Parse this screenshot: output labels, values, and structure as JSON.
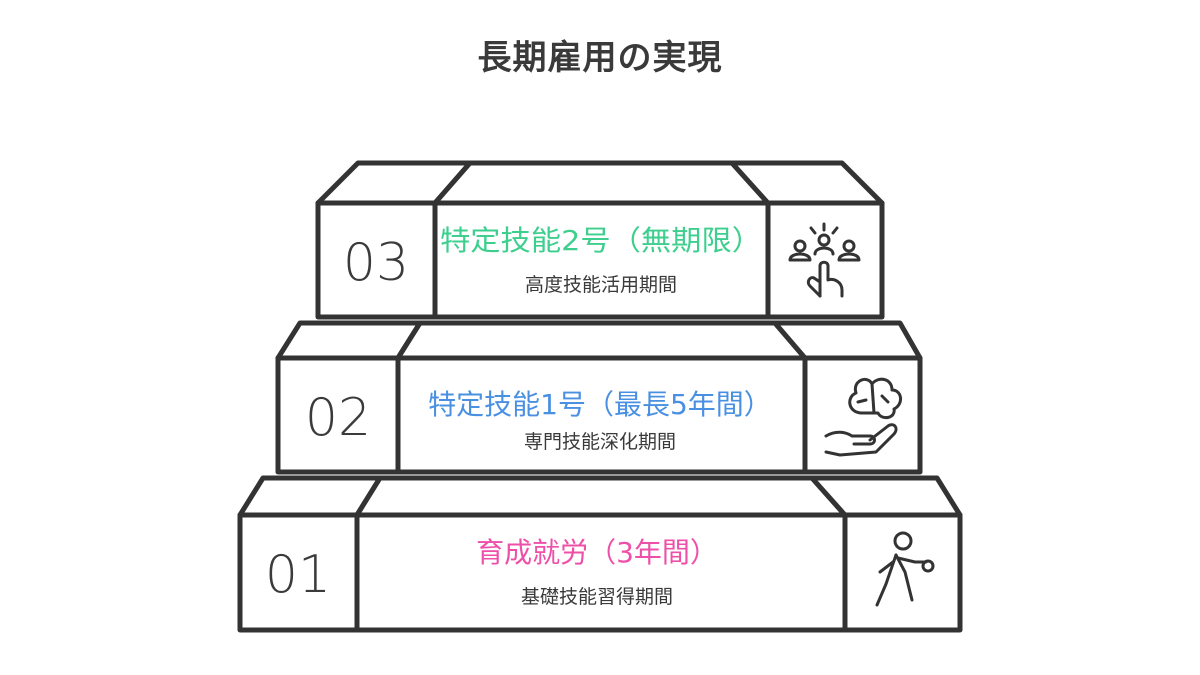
{
  "title": "長期雇用の実現",
  "steps": [
    {
      "number": "03",
      "title": "特定技能2号（無期限）",
      "subtitle": "高度技能活用期間",
      "color": "#3ecf8e",
      "icon": "team-pointer-icon"
    },
    {
      "number": "02",
      "title": "特定技能1号（最長5年間）",
      "subtitle": "専門技能深化期間",
      "color": "#4a90e2",
      "icon": "brain-hand-icon"
    },
    {
      "number": "01",
      "title": "育成就労（3年間）",
      "subtitle": "基礎技能習得期間",
      "color": "#ee4fa8",
      "icon": "runner-icon"
    }
  ]
}
